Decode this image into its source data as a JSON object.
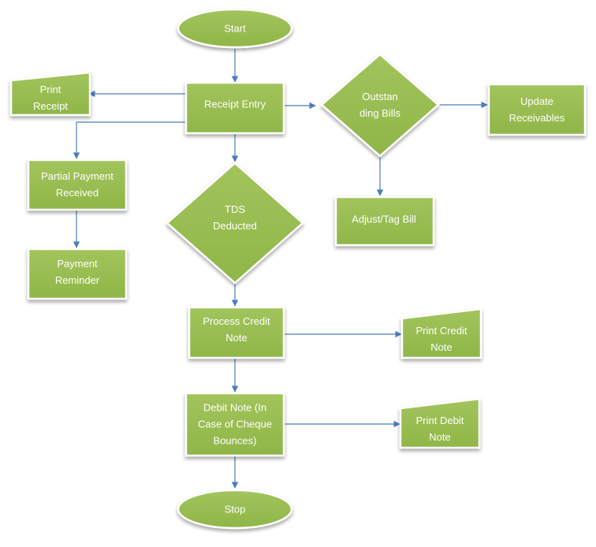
{
  "nodes": {
    "start": {
      "lines": [
        "Start"
      ]
    },
    "receipt_entry": {
      "lines": [
        "Receipt Entry"
      ]
    },
    "print_receipt": {
      "lines": [
        "Print",
        "Receipt"
      ]
    },
    "outstanding_bills": {
      "lines": [
        "Outstan",
        "ding Bills"
      ]
    },
    "update_receivables": {
      "lines": [
        "Update",
        "Receivables"
      ]
    },
    "partial_payment": {
      "lines": [
        "Partial Payment",
        "Received"
      ]
    },
    "tds_deducted": {
      "lines": [
        "TDS",
        "Deducted"
      ]
    },
    "adjust_tag_bill": {
      "lines": [
        "Adjust/Tag Bill"
      ]
    },
    "payment_reminder": {
      "lines": [
        "Payment",
        "Reminder"
      ]
    },
    "process_credit_note": {
      "lines": [
        "Process Credit",
        "Note"
      ]
    },
    "print_credit_note": {
      "lines": [
        "Print Credit",
        "Note"
      ]
    },
    "debit_note": {
      "lines": [
        "Debit Note (In",
        "Case of Cheque",
        "Bounces)"
      ]
    },
    "print_debit_note": {
      "lines": [
        "Print Debit",
        "Note"
      ]
    },
    "stop": {
      "lines": [
        "Stop"
      ]
    }
  },
  "colors": {
    "node_fill_top": "#a2c45c",
    "node_fill_bottom": "#8fb648",
    "node_border": "#ffffff",
    "node_text": "#ffffff",
    "arrow": "#4a7ebb"
  }
}
